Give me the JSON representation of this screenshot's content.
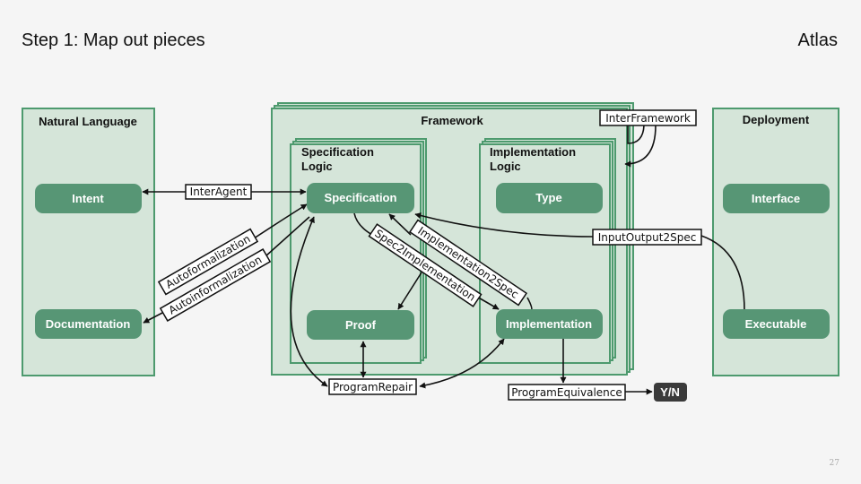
{
  "slide": {
    "title": "Step 1: Map out pieces",
    "brand": "Atlas",
    "page": "27"
  },
  "panels": {
    "natural_language": "Natural Language",
    "framework": "Framework",
    "specification_logic_1": "Specification",
    "specification_logic_2": "Logic",
    "implementation_logic_1": "Implementation",
    "implementation_logic_2": "Logic",
    "deployment": "Deployment"
  },
  "nodes": {
    "intent": "Intent",
    "documentation": "Documentation",
    "specification": "Specification",
    "proof": "Proof",
    "type": "Type",
    "implementation": "Implementation",
    "interface": "Interface",
    "executable": "Executable",
    "yn": "Y/N"
  },
  "edge_labels": {
    "inter_agent": "InterAgent",
    "inter_framework": "InterFramework",
    "input_output_2_spec": "InputOutput2Spec",
    "autoformalization": "Autoformalization",
    "autoinformalization": "Autoinformalization",
    "spec_2_implementation": "Spec2Implementation",
    "implementation_2_spec": "Implementation2Spec",
    "program_repair": "ProgramRepair",
    "program_equivalence": "ProgramEquivalence"
  },
  "colors": {
    "panel_fill": "#d5e5d9",
    "panel_stroke": "#4d9a6e",
    "node_fill": "#579675",
    "yn_fill": "#3a3a3a"
  }
}
